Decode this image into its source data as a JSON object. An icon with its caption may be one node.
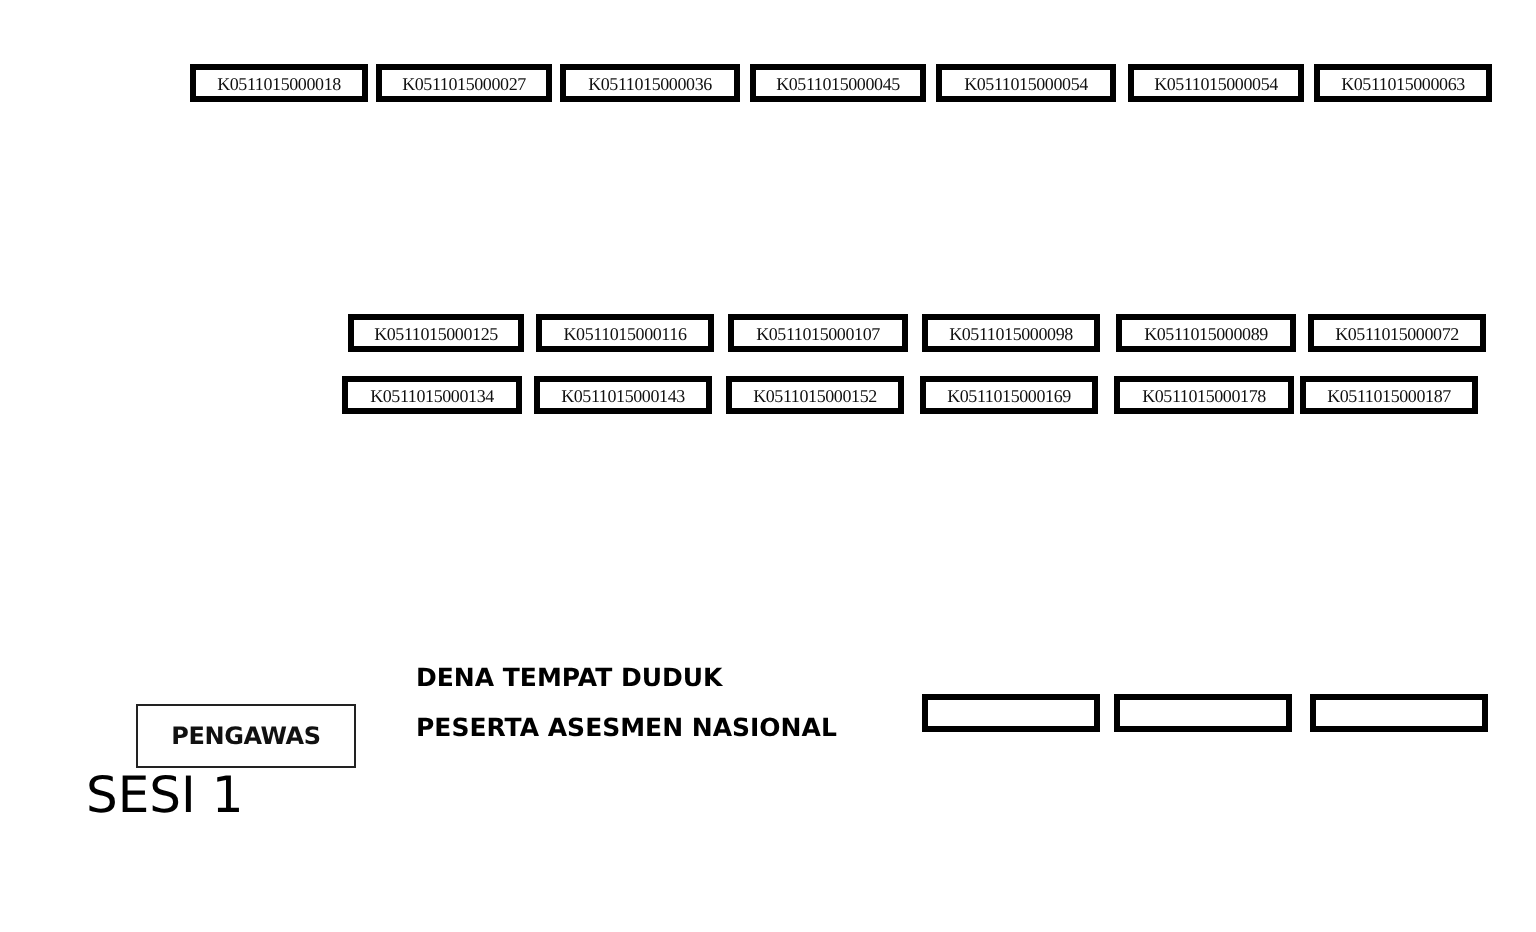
{
  "diagram": {
    "nodes": [
      {
        "text": [
          "K0511015000018"
        ]
      },
      {
        "text": [
          "K0511015000027"
        ]
      },
      {
        "text": [
          "K0511015000036"
        ]
      },
      {
        "text": [
          "K0511015000045"
        ]
      },
      {
        "text": [
          "K0511015000054"
        ]
      },
      {
        "text": [
          "K0511015000054"
        ]
      },
      {
        "text": [
          "K0511015000063"
        ]
      },
      {
        "text": [
          "K0511015000125"
        ]
      },
      {
        "text": [
          "K0511015000116"
        ]
      },
      {
        "text": [
          "K0511015000107"
        ]
      },
      {
        "text": [
          "K0511015000098"
        ]
      },
      {
        "text": [
          "K0511015000089"
        ]
      },
      {
        "text": [
          "K0511015000072"
        ]
      },
      {
        "text": [
          "K0511015000134"
        ]
      },
      {
        "text": [
          "K0511015000143"
        ]
      },
      {
        "text": [
          "K0511015000152"
        ]
      },
      {
        "text": [
          "K0511015000169"
        ]
      },
      {
        "text": [
          "K0511015000178"
        ]
      },
      {
        "text": [
          "K0511015000187"
        ]
      },
      {
        "text": [
          "PENGAWAS"
        ]
      },
      {
        "text": [],
        "shape": "box"
      },
      {
        "text": [],
        "shape": "box"
      },
      {
        "text": [],
        "shape": "box"
      }
    ],
    "labels": [
      "DENA TEMPAT DUDUK",
      "PESERTA ASESMEN NASIONAL",
      "SESI 1"
    ]
  }
}
